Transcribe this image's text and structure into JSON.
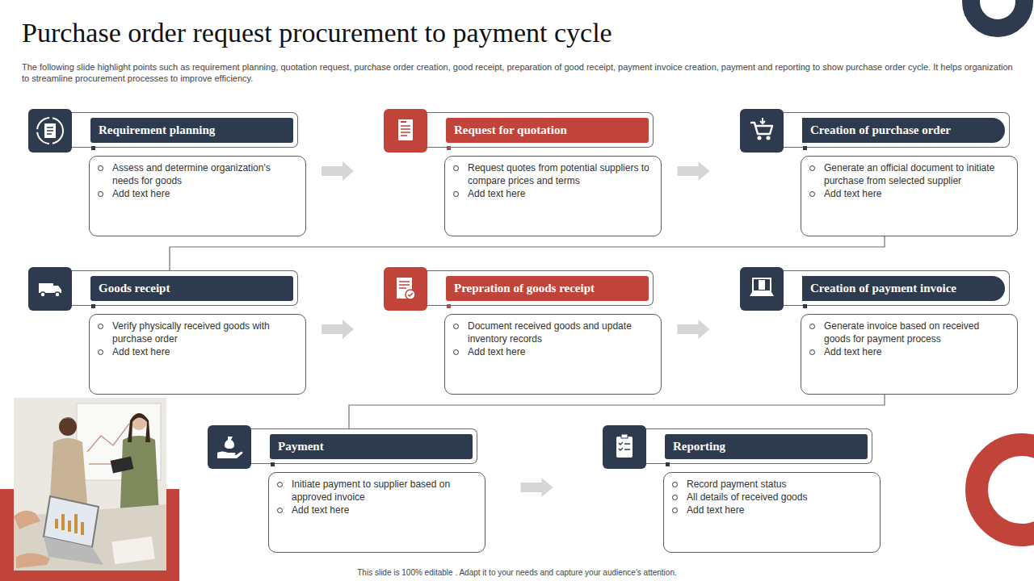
{
  "diagram": {
    "title": "Purchase order request procurement to payment cycle",
    "nodes": [
      {
        "text": [
          "Requirement planning",
          "Assess and determine organization's needs for goods",
          "Add text here"
        ]
      },
      {
        "text": [
          "Request for quotation",
          "Request quotes from potential suppliers to compare prices and terms",
          "Add text here"
        ]
      },
      {
        "text": [
          "Creation of purchase order",
          "Generate an official document to initiate purchase from selected supplier",
          "Add text here"
        ]
      },
      {
        "text": [
          "Goods receipt",
          "Verify physically received goods with purchase order",
          "Add text here"
        ]
      },
      {
        "text": [
          "Prepration of goods receipt",
          "Document received goods and update inventory records",
          "Add text here"
        ]
      },
      {
        "text": [
          "Creation of payment invoice",
          "Generate invoice based on received goods for payment process",
          "Add text here"
        ]
      },
      {
        "text": [
          "Payment",
          "Initiate payment to supplier based on approved invoice",
          "Add text here"
        ]
      },
      {
        "text": [
          "Reporting",
          "Record payment status",
          "All details of received goods",
          "Add text here"
        ]
      }
    ],
    "edges": [
      {
        "from": 0,
        "to": 1,
        "arrow": "to"
      },
      {
        "from": 1,
        "to": 2,
        "arrow": "to"
      },
      {
        "from": 2,
        "to": 3,
        "arrow": "none"
      },
      {
        "from": 3,
        "to": 4,
        "arrow": "to"
      },
      {
        "from": 4,
        "to": 5,
        "arrow": "to"
      },
      {
        "from": 5,
        "to": 6,
        "arrow": "none"
      },
      {
        "from": 6,
        "to": 7,
        "arrow": "to"
      }
    ],
    "labels": [
      "The following slide highlight points such as requirement planning, quotation request, purchase order creation, good receipt, preparation of good receipt, payment invoice creation, payment and reporting to show purchase order cycle. It helps organization to streamline procurement processes to improve efficiency.",
      "This slide is 100% editable . Adapt it to your needs and capture your audience's attention."
    ]
  }
}
